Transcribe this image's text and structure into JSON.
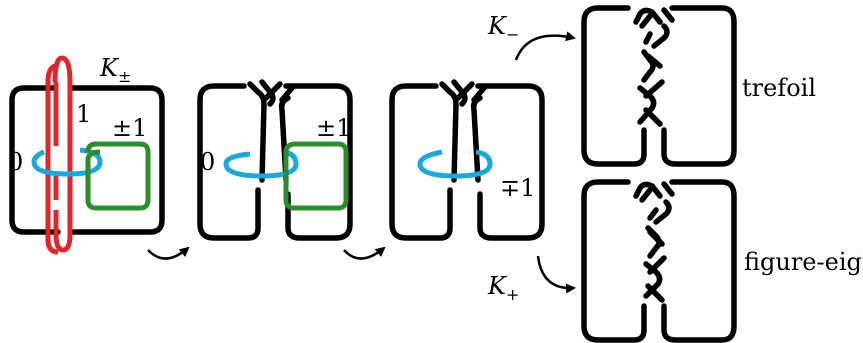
{
  "colors": {
    "knot": "#000000",
    "red_component": "#e0252b",
    "blue_component": "#1aa7dc",
    "green_component": "#2b8e2b"
  },
  "diagram1": {
    "knot_label": "K",
    "knot_label_sub": "±",
    "red_framing": "1",
    "blue_framing": "0",
    "green_framing": "±1"
  },
  "diagram2": {
    "blue_framing": "0",
    "green_framing": "±1"
  },
  "diagram3": {
    "blue_framing": "∓1"
  },
  "branch_minus": {
    "label": "K",
    "label_sub": "−",
    "name": "trefoil"
  },
  "branch_plus": {
    "label": "K",
    "label_sub": "+",
    "name": "figure-eight"
  }
}
